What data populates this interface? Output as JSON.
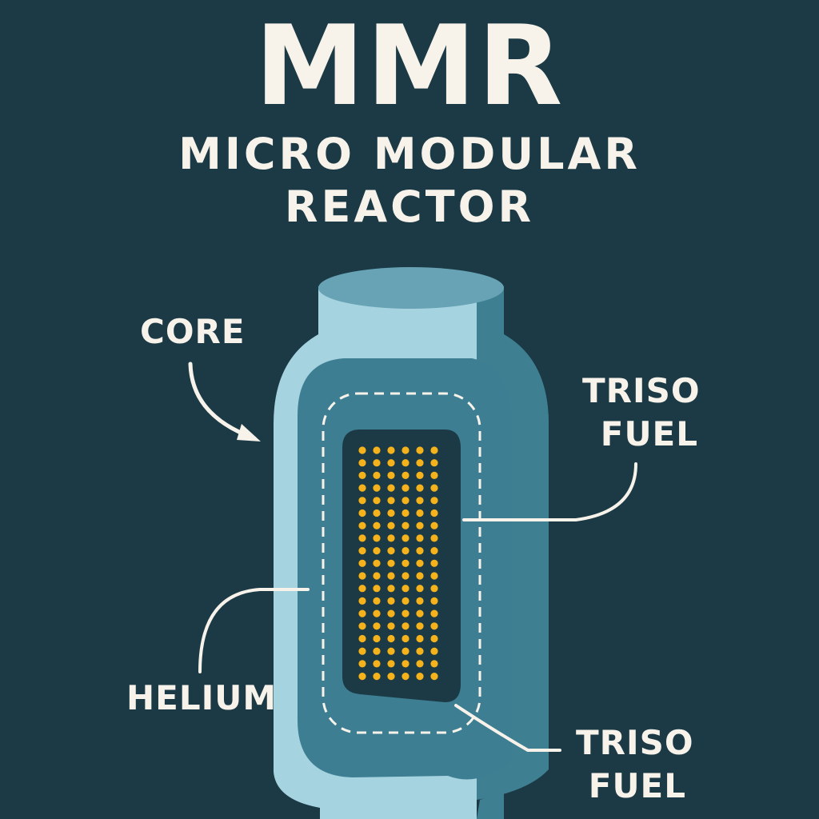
{
  "header": {
    "title": "MMR",
    "subtitle_line1": "MICRO MODULAR",
    "subtitle_line2": "REACTOR"
  },
  "labels": {
    "core": "CORE",
    "triso_fuel_top_line1": "TRISO",
    "triso_fuel_top_line2": "FUEL",
    "helium": "HELIUM",
    "triso_fuel_bottom_line1": "TRISO",
    "triso_fuel_bottom_line2": "FUEL"
  },
  "colors": {
    "background": "#1c3a45",
    "vessel_light": "#a6d3e0",
    "vessel_shadow": "#3f7f92",
    "vessel_top": "#67a3b5",
    "inner_shell": "#3d7e92",
    "fuel_region": "#1c3a45",
    "fuel_particles": "#f5b21b",
    "text": "#f7f2ea"
  },
  "fuel_grid": {
    "columns": 6,
    "rows": 19
  }
}
